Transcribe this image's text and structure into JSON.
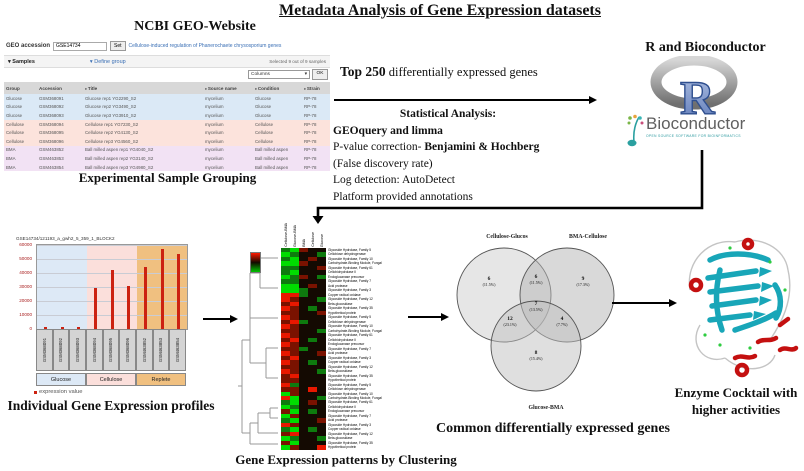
{
  "title": "Metadata Analysis  of Gene Expression  datasets",
  "captions": {
    "geo": "Experimental Sample Grouping",
    "bar": "Individual  Gene Expression profiles",
    "heatmap": "Gene Expression patterns by Clustering",
    "venn": "Common differentially  expressed genes",
    "protein1": "Enzyme Cocktail with",
    "protein2": "higher activities"
  },
  "geo": {
    "heading": "NCBI GEO-Website",
    "accession_label": "GEO accession",
    "accession_value": "GSE14734",
    "set_button": "Set",
    "dataset_link": "Cellulose-induced regulation of Phanerochaete chrysosporium genes",
    "samples_label": "Samples",
    "define_group_label": "Define group",
    "selected_text": "Selected 9 out of 9 samples",
    "columns_dropdown": "Columns",
    "dropdown_caret": "▾",
    "section_caret": "▾",
    "ok_button": "OK",
    "sort_icon": "♦",
    "table": {
      "headers": [
        {
          "label": "Group",
          "sort": false
        },
        {
          "label": "Accession",
          "sort": false
        },
        {
          "label": "Title",
          "sort": true
        },
        {
          "label": "Source name",
          "sort": true
        },
        {
          "label": "Condition",
          "sort": true
        },
        {
          "label": "Strain",
          "sort": true
        }
      ],
      "rows": [
        {
          "group": "Glucose",
          "accession": "GSM368091",
          "title": "Glucose rep1 YG2290_S2",
          "source": "mycelium",
          "condition": "Glucose",
          "strain": "RP-78",
          "css": "rg"
        },
        {
          "group": "Glucose",
          "accession": "GSM368092",
          "title": "Glucose rep2 YG3490_S2",
          "source": "mycelium",
          "condition": "Glucose",
          "strain": "RP-78",
          "css": "rg"
        },
        {
          "group": "Glucose",
          "accession": "GSM368093",
          "title": "Glucose rep3 YG3910_S2",
          "source": "mycelium",
          "condition": "Glucose",
          "strain": "RP-78",
          "css": "rg"
        },
        {
          "group": "Cellulose",
          "accession": "GSM368094",
          "title": "Cellulose rep1 YG7230_S2",
          "source": "mycelium",
          "condition": "Cellulose",
          "strain": "RP-78",
          "css": "rc"
        },
        {
          "group": "Cellulose",
          "accession": "GSM368095",
          "title": "Cellulose rep2 YG4130_S2",
          "source": "mycelium",
          "condition": "Cellulose",
          "strain": "RP-78",
          "css": "rc"
        },
        {
          "group": "Cellulose",
          "accession": "GSM368096",
          "title": "Cellulose rep3 YG4560_S2",
          "source": "mycelium",
          "condition": "Cellulose",
          "strain": "RP-78",
          "css": "rc"
        },
        {
          "group": "BMA",
          "accession": "GSM463852",
          "title": "Ball milled aspen rep1 YG4040_S2",
          "source": "mycelium",
          "condition": "Ball milled aspen",
          "strain": "RP-78",
          "css": "rb"
        },
        {
          "group": "BMA",
          "accession": "GSM463853",
          "title": "Ball milled aspen rep2 YG3140_S2",
          "source": "mycelium",
          "condition": "Ball milled aspen",
          "strain": "RP-78",
          "css": "rb"
        },
        {
          "group": "BMA",
          "accession": "GSM463854",
          "title": "Ball milled aspen rep3 YG4980_S2",
          "source": "mycelium",
          "condition": "Ball milled aspen",
          "strain": "RP-78",
          "css": "rb"
        }
      ]
    }
  },
  "flow": {
    "top250_strong": "Top 250",
    "top250_rest": " differentially  expressed  genes"
  },
  "stats": {
    "heading": "Statistical Analysis:",
    "lines": [
      {
        "pre": "",
        "strong": "GEOquery and limma"
      },
      {
        "pre": "P-value  correction- ",
        "strong": "Benjamini & Hochberg"
      },
      {
        "pre": "(False discovery rate)",
        "strong": ""
      },
      {
        "pre": "Log detection: AutoDetect",
        "strong": ""
      },
      {
        "pre": "Platform  provided annotations",
        "strong": ""
      }
    ]
  },
  "rb": {
    "heading": "R and Bioconductor",
    "logo_letter": "R",
    "name": "Bioconductor",
    "tagline": "OPEN SOURCE SOFTWARE FOR BIOINFORMATICS"
  },
  "colors": {
    "bar_red": "#cc2211",
    "glucose_band": "#dde9f6",
    "cellulose_band": "#fbdfdb",
    "replete_band": "#f0c080",
    "venn_fill": "#c8c8c8"
  },
  "chart_data": [
    {
      "type": "bar",
      "title": "GSE14734/121193_a_gwh2_5_359_1_BLOCK2",
      "categories": [
        "GSM368091",
        "GSM368092",
        "GSM368093",
        "GSM368094",
        "GSM368095",
        "GSM368096",
        "GSM463852",
        "GSM463853",
        "GSM463854"
      ],
      "values": [
        800,
        800,
        700,
        29500,
        42500,
        30500,
        44000,
        57500,
        53500
      ],
      "groups": [
        {
          "label": "Glucose",
          "color": "#dde9f6",
          "count": 3
        },
        {
          "label": "Cellulose",
          "color": "#fbdfdb",
          "count": 3
        },
        {
          "label": "Replete",
          "color": "#f0c080",
          "count": 3
        }
      ],
      "yticks": [
        60000,
        50000,
        40000,
        30000,
        20000,
        10000,
        0
      ],
      "ylim": [
        0,
        60000
      ],
      "legend": "expression value",
      "bar_color": "#cc2211"
    },
    {
      "type": "heatmap",
      "columns": [
        "Cellulose-BMA",
        "Glucose-BMA",
        "BMA",
        "Cellulose",
        "Glucose"
      ],
      "palette": {
        "G": "#00dd00",
        "g": "#0e7a0e",
        "K": "#140a02",
        "r": "#7a1200",
        "R": "#e81800"
      },
      "rows": [
        "gGrKK",
        "GgKKg",
        "gGKrK",
        "GGrKK",
        "ggKKr",
        "gGKKK",
        "GgrKg",
        "ggKKK",
        "GGKrK",
        "GGgKK",
        "RRgKK",
        "RrKKg",
        "rRKKK",
        "RrKgK",
        "rrKKr",
        "RrKKK",
        "rRgKK",
        "RrKKK",
        "rrKKg",
        "RrKKK",
        "rRKgK",
        "RrKKK",
        "rrgKK",
        "RrKKr",
        "rRKKK",
        "RrKgK",
        "rrKKK",
        "RrKKg",
        "rRKKK",
        "rrKKK",
        "RgKKK",
        "rrKRK",
        "GrKKK",
        "RGKKg",
        "gGKrK",
        "GgKKK",
        "rGKgK",
        "GrKKK",
        "gGKKr",
        "RrKKK",
        "gGKgK",
        "rRKKK",
        "GgKKg",
        "rGKKK",
        "GrKKR"
      ],
      "gene_labels": [
        "Glycoside Hydrolase, Family 5",
        "Cellobiose dehydrogenase",
        "Glycoside Hydrolase, Family 10",
        "Carbohydrate-Binding Module, Fungal",
        "Glycoside Hydrolase, Family 61",
        "Cellobiohydrolase II",
        "Endoglucanase precursor",
        "Glycoside Hydrolase, Family 7",
        "Acid protease",
        "Glycoside Hydrolase, Family 3",
        "Copper radical oxidase",
        "Glycoside Hydrolase, Family 12",
        "Beta-glucosidase",
        "Glycoside Hydrolase, Family 35",
        "Hypothetical protein"
      ]
    },
    {
      "type": "venn",
      "sets": [
        "Cellulose-Glucos",
        "BMA-Cellulose",
        "Glucose-BMA"
      ],
      "regions": [
        {
          "name": "cellulose-glucose-only",
          "count": "6",
          "pct": "(11.5%)"
        },
        {
          "name": "cellulose-glucose-and-bma-cellulose",
          "count": "6",
          "pct": "(11.5%)"
        },
        {
          "name": "bma-cellulose-only",
          "count": "9",
          "pct": "(17.3%)"
        },
        {
          "name": "all-three",
          "count": "7",
          "pct": "(13.5%)"
        },
        {
          "name": "cellulose-glucose-and-glucose-bma",
          "count": "12",
          "pct": "(23.1%)"
        },
        {
          "name": "bma-cellulose-and-glucose-bma",
          "count": "4",
          "pct": "(7.7%)"
        },
        {
          "name": "glucose-bma-only",
          "count": "8",
          "pct": "(15.4%)"
        }
      ]
    }
  ]
}
